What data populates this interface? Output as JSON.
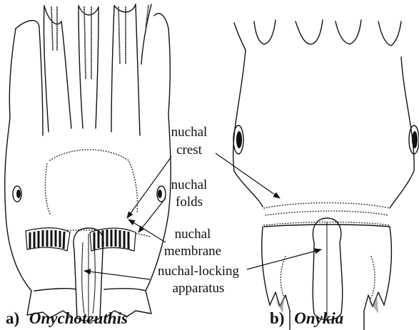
{
  "labels": {
    "nuchal_crest": [
      "nuchal",
      "crest"
    ],
    "nuchal_folds": [
      "nuchal",
      "folds"
    ],
    "nuchal_membrane": [
      "nuchal",
      "membrane"
    ],
    "nuchal_locking": [
      "nuchal-locking",
      "apparatus"
    ]
  },
  "captions": {
    "a_prefix": "a)",
    "a_name": "Onychoteuthis",
    "b_prefix": "b)",
    "b_name": "Onykia"
  }
}
